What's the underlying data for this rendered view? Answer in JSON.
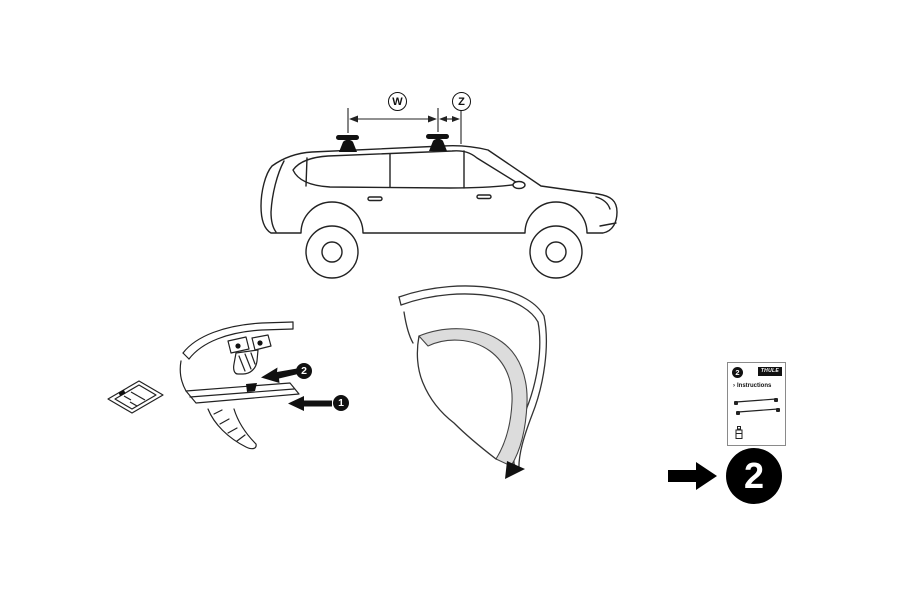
{
  "dimensions": {
    "w_label": "W",
    "z_label": "Z"
  },
  "callouts": {
    "step1": "1",
    "step2": "2"
  },
  "instruction_card": {
    "step": "2",
    "brand": "THULE",
    "bullet": "›",
    "label": "Instructions"
  },
  "step_indicator": {
    "number": "2"
  },
  "colors": {
    "line": "#222222",
    "fill_black": "#000000",
    "seal_gray": "#dcdcdc",
    "background": "#ffffff"
  }
}
